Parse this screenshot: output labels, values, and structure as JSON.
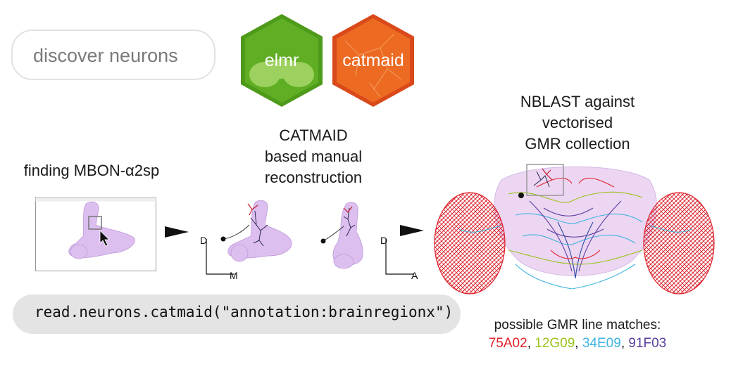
{
  "search": {
    "placeholder": "discover neurons"
  },
  "packages": [
    {
      "name": "elmr",
      "color": "#5aa820"
    },
    {
      "name": "catmaid",
      "color": "#e8571a"
    }
  ],
  "steps": {
    "finding": "finding MBON-α2sp",
    "catmaid_line1": "CATMAID",
    "catmaid_line2": "based manual",
    "catmaid_line3": "reconstruction",
    "nblast_line1": "NBLAST against",
    "nblast_line2": "vectorised",
    "nblast_line3": "GMR collection"
  },
  "axes": {
    "recon1_vertical": "D",
    "recon1_horizontal": "M",
    "recon2_vertical": "D",
    "recon2_horizontal": "A"
  },
  "code": "read.neurons.catmaid(\"annotation:brainregionx\")",
  "matches": {
    "title": "possible GMR line matches:",
    "lines": [
      {
        "id": "75A02",
        "color": "#e0202a"
      },
      {
        "id": "12G09",
        "color": "#9ac31c"
      },
      {
        "id": "34E09",
        "color": "#3fb4e0"
      },
      {
        "id": "91F03",
        "color": "#5b3fa0"
      }
    ]
  },
  "colors": {
    "neuropil": "#d9b8ee",
    "neuron_dark": "#2b2b4a",
    "neuron_red": "#c0202a"
  }
}
